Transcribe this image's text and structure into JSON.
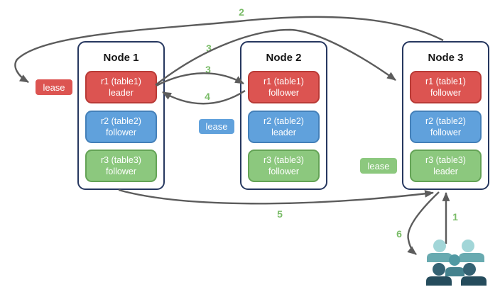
{
  "diagram": {
    "nodes": [
      {
        "title": "Node 1",
        "ranges": [
          {
            "line1": "r1 (table1)",
            "line2": "leader",
            "color": "red"
          },
          {
            "line1": "r2 (table2)",
            "line2": "follower",
            "color": "blue"
          },
          {
            "line1": "r3 (table3)",
            "line2": "follower",
            "color": "green"
          }
        ]
      },
      {
        "title": "Node 2",
        "ranges": [
          {
            "line1": "r1 (table1)",
            "line2": "follower",
            "color": "red"
          },
          {
            "line1": "r2 (table2)",
            "line2": "leader",
            "color": "blue"
          },
          {
            "line1": "r3 (table3)",
            "line2": "follower",
            "color": "green"
          }
        ]
      },
      {
        "title": "Node 3",
        "ranges": [
          {
            "line1": "r1 (table1)",
            "line2": "follower",
            "color": "red"
          },
          {
            "line1": "r2 (table2)",
            "line2": "follower",
            "color": "blue"
          },
          {
            "line1": "r3 (table3)",
            "line2": "leader",
            "color": "green"
          }
        ]
      }
    ],
    "leases": [
      {
        "label": "lease",
        "color": "red"
      },
      {
        "label": "lease",
        "color": "blue"
      },
      {
        "label": "lease",
        "color": "green"
      }
    ],
    "steps": [
      {
        "text": "1"
      },
      {
        "text": "2"
      },
      {
        "text": "3"
      },
      {
        "text": "3"
      },
      {
        "text": "4"
      },
      {
        "text": "5"
      },
      {
        "text": "6"
      }
    ],
    "icons": {
      "users": "users-group-icon"
    },
    "colors": {
      "red_fill": "#dc5451",
      "red_border": "#b93a36",
      "blue_fill": "#60a1dc",
      "blue_border": "#4480b9",
      "green_fill": "#8cc87e",
      "green_border": "#64a356",
      "node_border": "#26375f",
      "arrow": "#5c5c5c",
      "step_label": "#7abc68",
      "users_light_head": "#a2d6d8",
      "users_light_body": "#68aab0",
      "users_mid_head": "#5099a3",
      "users_mid_body": "#44828e",
      "users_dark_head": "#346273",
      "users_dark_body": "#254c5c"
    }
  }
}
